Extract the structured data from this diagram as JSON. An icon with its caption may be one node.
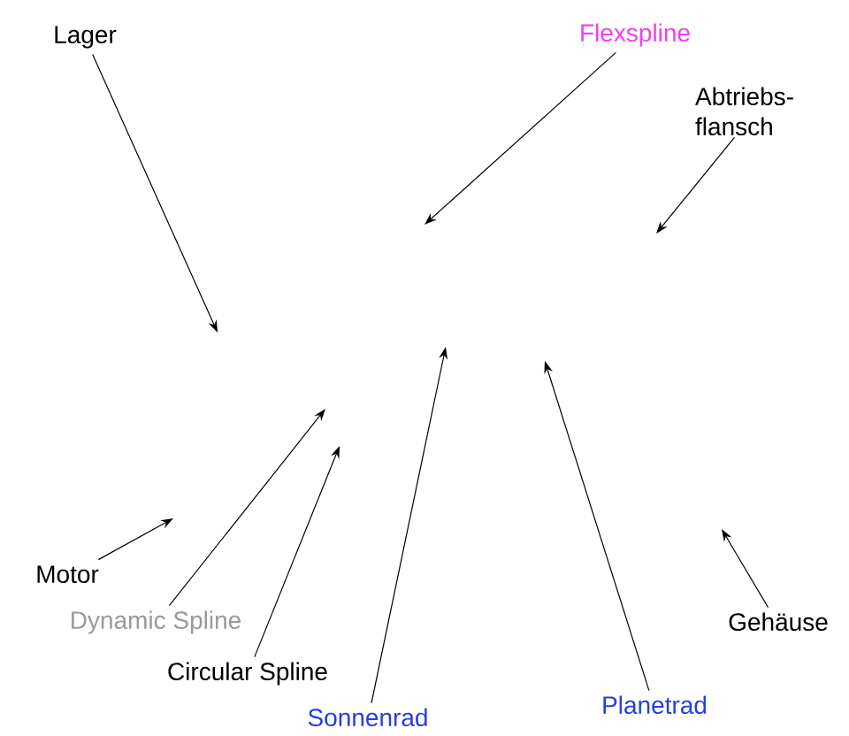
{
  "diagram": {
    "nodes": [
      {
        "text": [
          "Lager"
        ]
      },
      {
        "text": [
          "Flexspline"
        ]
      },
      {
        "text": [
          "Abtriebs-flansch"
        ]
      },
      {
        "text": [
          "Motor"
        ]
      },
      {
        "text": [
          "Dynamic Spline"
        ]
      },
      {
        "text": [
          "Circular Spline"
        ]
      },
      {
        "text": [
          "Sonnenrad"
        ]
      },
      {
        "text": [
          "Planetrad"
        ]
      },
      {
        "text": [
          "Gehäuse"
        ]
      }
    ],
    "edges": [
      {
        "from": 0,
        "to": null,
        "arrow": "to"
      },
      {
        "from": 1,
        "to": null,
        "arrow": "to"
      },
      {
        "from": 2,
        "to": null,
        "arrow": "to"
      },
      {
        "from": 3,
        "to": null,
        "arrow": "to"
      },
      {
        "from": 4,
        "to": null,
        "arrow": "to"
      },
      {
        "from": 5,
        "to": null,
        "arrow": "to"
      },
      {
        "from": 6,
        "to": null,
        "arrow": "to"
      },
      {
        "from": 7,
        "to": null,
        "arrow": "to"
      },
      {
        "from": 8,
        "to": null,
        "arrow": "to"
      }
    ]
  }
}
